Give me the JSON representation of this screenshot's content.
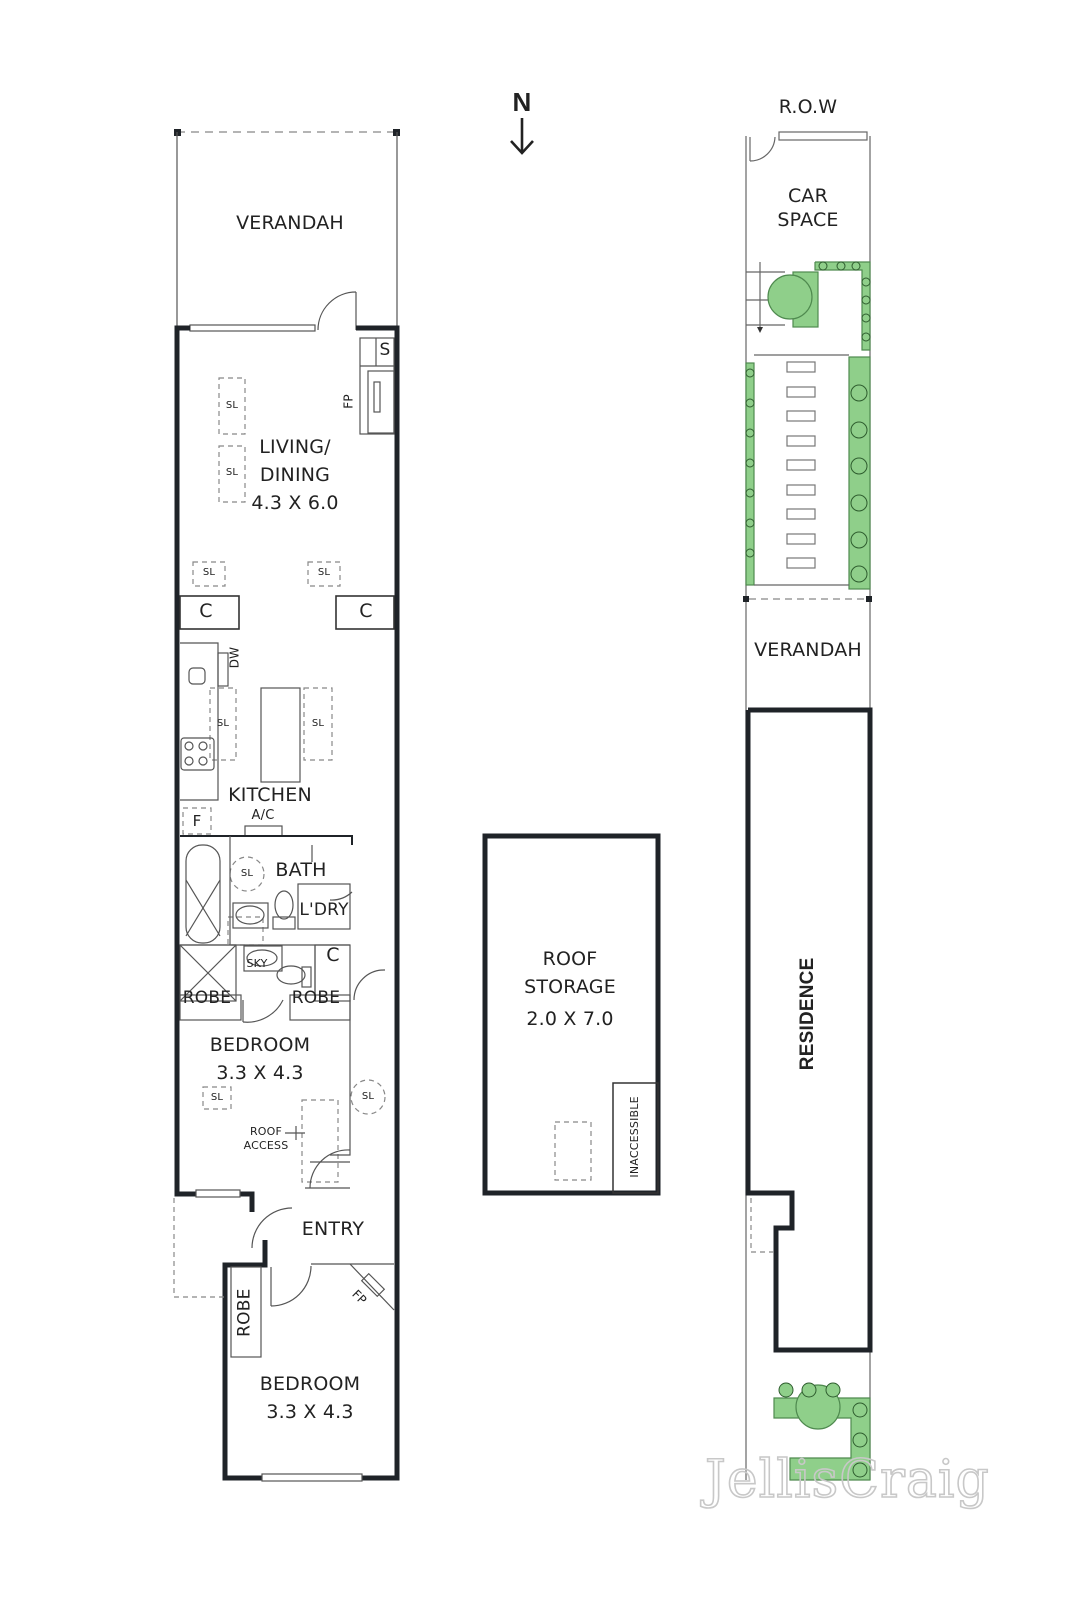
{
  "compass": {
    "label": "N",
    "icon": "north-arrow-pointing-down"
  },
  "ground_floor": {
    "rooms": {
      "verandah_front": "VERANDAH",
      "living": {
        "name_line1": "LIVING/",
        "name_line2": "DINING",
        "dims": "4.3 X 6.0"
      },
      "kitchen": {
        "name": "KITCHEN",
        "ac": "A/C",
        "fridge": "F",
        "dishwasher": "DW"
      },
      "bath": {
        "name": "BATH",
        "skylight": "SL"
      },
      "laundry": "L'DRY",
      "bedroom_rear": {
        "name": "BEDROOM",
        "dims": "3.3 X 4.3",
        "roof_access_line1": "ROOF",
        "roof_access_line2": "ACCESS"
      },
      "entry": "ENTRY",
      "bedroom_front": {
        "name": "BEDROOM",
        "dims": "3.3 X 4.3"
      }
    },
    "fixtures": {
      "store": "S",
      "fireplace": "FP",
      "cupboard": "C",
      "robe": "ROBE",
      "skylight": "SL",
      "sky": "SKY"
    }
  },
  "roof_storage": {
    "name_line1": "ROOF",
    "name_line2": "STORAGE",
    "dims": "2.0 X 7.0",
    "inaccessible": "INACCESSIBLE"
  },
  "site_plan": {
    "row": "R.O.W",
    "car_space_line1": "CAR",
    "car_space_line2": "SPACE",
    "verandah": "VERANDAH",
    "residence": "RESIDENCE"
  },
  "colors": {
    "wall": "#1f2328",
    "line": "#555555",
    "garden": "#8fcf8a",
    "garden_stroke": "#2e5d2e",
    "watermark": "#c8c8c8"
  },
  "watermark": "JellisCraig"
}
